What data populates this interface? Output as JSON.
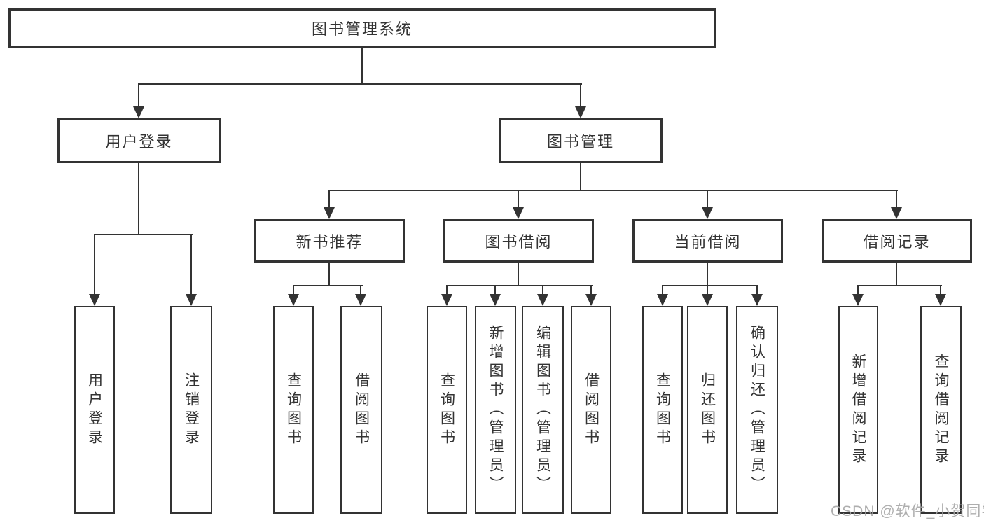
{
  "colors": {
    "line": "#333333",
    "text": "#333333",
    "background": "#ffffff",
    "watermark": "#a6a6a6"
  },
  "tree": {
    "root": {
      "label": "图书管理系统"
    },
    "level2": [
      {
        "label": "用户登录"
      },
      {
        "label": "图书管理"
      }
    ],
    "level3": [
      {
        "label": "新书推荐"
      },
      {
        "label": "图书借阅"
      },
      {
        "label": "当前借阅"
      },
      {
        "label": "借阅记录"
      }
    ],
    "leaves": {
      "user_login": [
        {
          "label": "用户登录"
        },
        {
          "label": "注销登录"
        }
      ],
      "new_book_recommend": [
        {
          "label": "查询图书"
        },
        {
          "label": "借阅图书"
        }
      ],
      "book_borrow": [
        {
          "label": "查询图书"
        },
        {
          "label": "新增图书（管理员）"
        },
        {
          "label": "编辑图书（管理员）"
        },
        {
          "label": "借阅图书"
        }
      ],
      "current_borrow": [
        {
          "label": "查询图书"
        },
        {
          "label": "归还图书"
        },
        {
          "label": "确认归还（管理员）"
        }
      ],
      "borrow_records": [
        {
          "label": "新增借阅记录"
        },
        {
          "label": "查询借阅记录"
        }
      ]
    }
  },
  "watermark": {
    "text": "CSDN @软件_小贺同学"
  }
}
